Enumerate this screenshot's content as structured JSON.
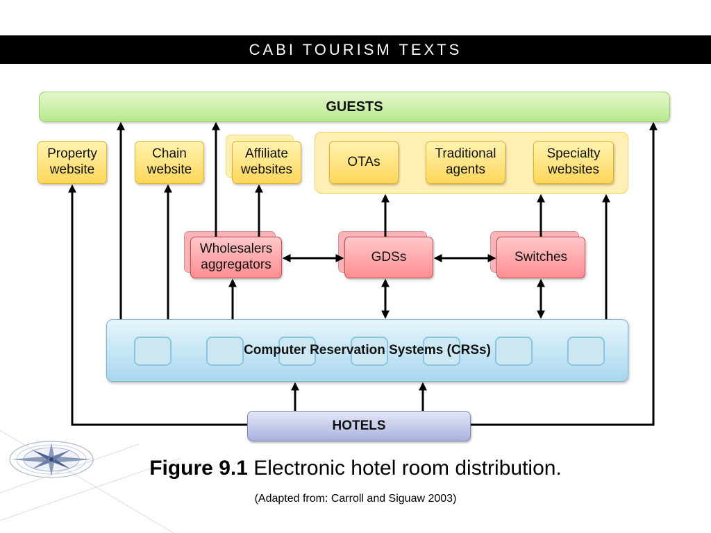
{
  "header": {
    "title": "CABI TOURISM TEXTS"
  },
  "diagram": {
    "guests": "GUESTS",
    "nodes": {
      "property_website": "Property website",
      "chain_website": "Chain website",
      "affiliate_websites": "Affiliate websites",
      "otas": "OTAs",
      "traditional_agents": "Traditional agents",
      "specialty_websites": "Specialty websites",
      "wholesalers": "Wholesalers aggregators",
      "gdss": "GDSs",
      "switches": "Switches"
    },
    "crs": "Computer Reservation Systems (CRSs)",
    "hotels": "HOTELS"
  },
  "caption": {
    "figure_label": "Figure 9.1",
    "text": "Electronic hotel room distribution.",
    "source": "(Adapted from: Carroll and Siguaw 2003)"
  },
  "colors": {
    "banner": "#000000",
    "guests": "#c8efa0",
    "yellow_boxes": "#ffd75a",
    "pink_boxes": "#ff9a9e",
    "crs": "#bde3f2",
    "hotels": "#b7bee3"
  }
}
